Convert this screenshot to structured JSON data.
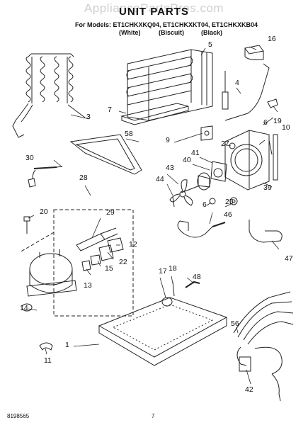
{
  "header": {
    "watermark": "AppliancePartsPros.com",
    "title": "UNIT PARTS",
    "models_line": "For Models: ET1CHKXKQ04, ET1CHKXKT04, ET1CHKXKB04",
    "variant_white": "(White)",
    "variant_biscuit": "(Biscuit)",
    "variant_black": "(Black)"
  },
  "callouts": [
    "1",
    "3",
    "4",
    "5",
    "6",
    "6",
    "7",
    "9",
    "10",
    "11",
    "12",
    "13",
    "14",
    "15",
    "16",
    "17",
    "18",
    "19",
    "20",
    "22",
    "25",
    "27",
    "28",
    "29",
    "30",
    "39",
    "40",
    "41",
    "42",
    "43",
    "44",
    "46",
    "47",
    "48",
    "56",
    "58"
  ],
  "footer": {
    "doc_number": "8198565",
    "page_number": "7"
  }
}
